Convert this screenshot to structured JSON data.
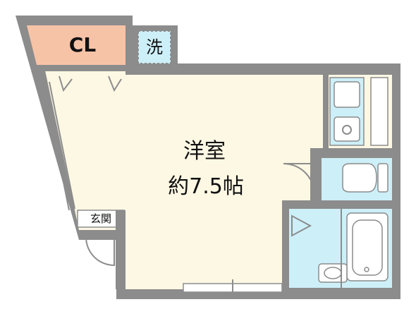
{
  "rooms": {
    "main": {
      "name": "洋室",
      "size": "約7.5帖"
    },
    "closet": {
      "label": "CL"
    },
    "washer": {
      "label": "洗"
    },
    "entrance": {
      "label": "玄関"
    }
  },
  "colors": {
    "wall": "#8c8c8c",
    "room_floor": "#fdf8e4",
    "closet_fill": "#f7c3a7",
    "wet_area": "#cdeff8",
    "fixture": "#ffffff"
  }
}
